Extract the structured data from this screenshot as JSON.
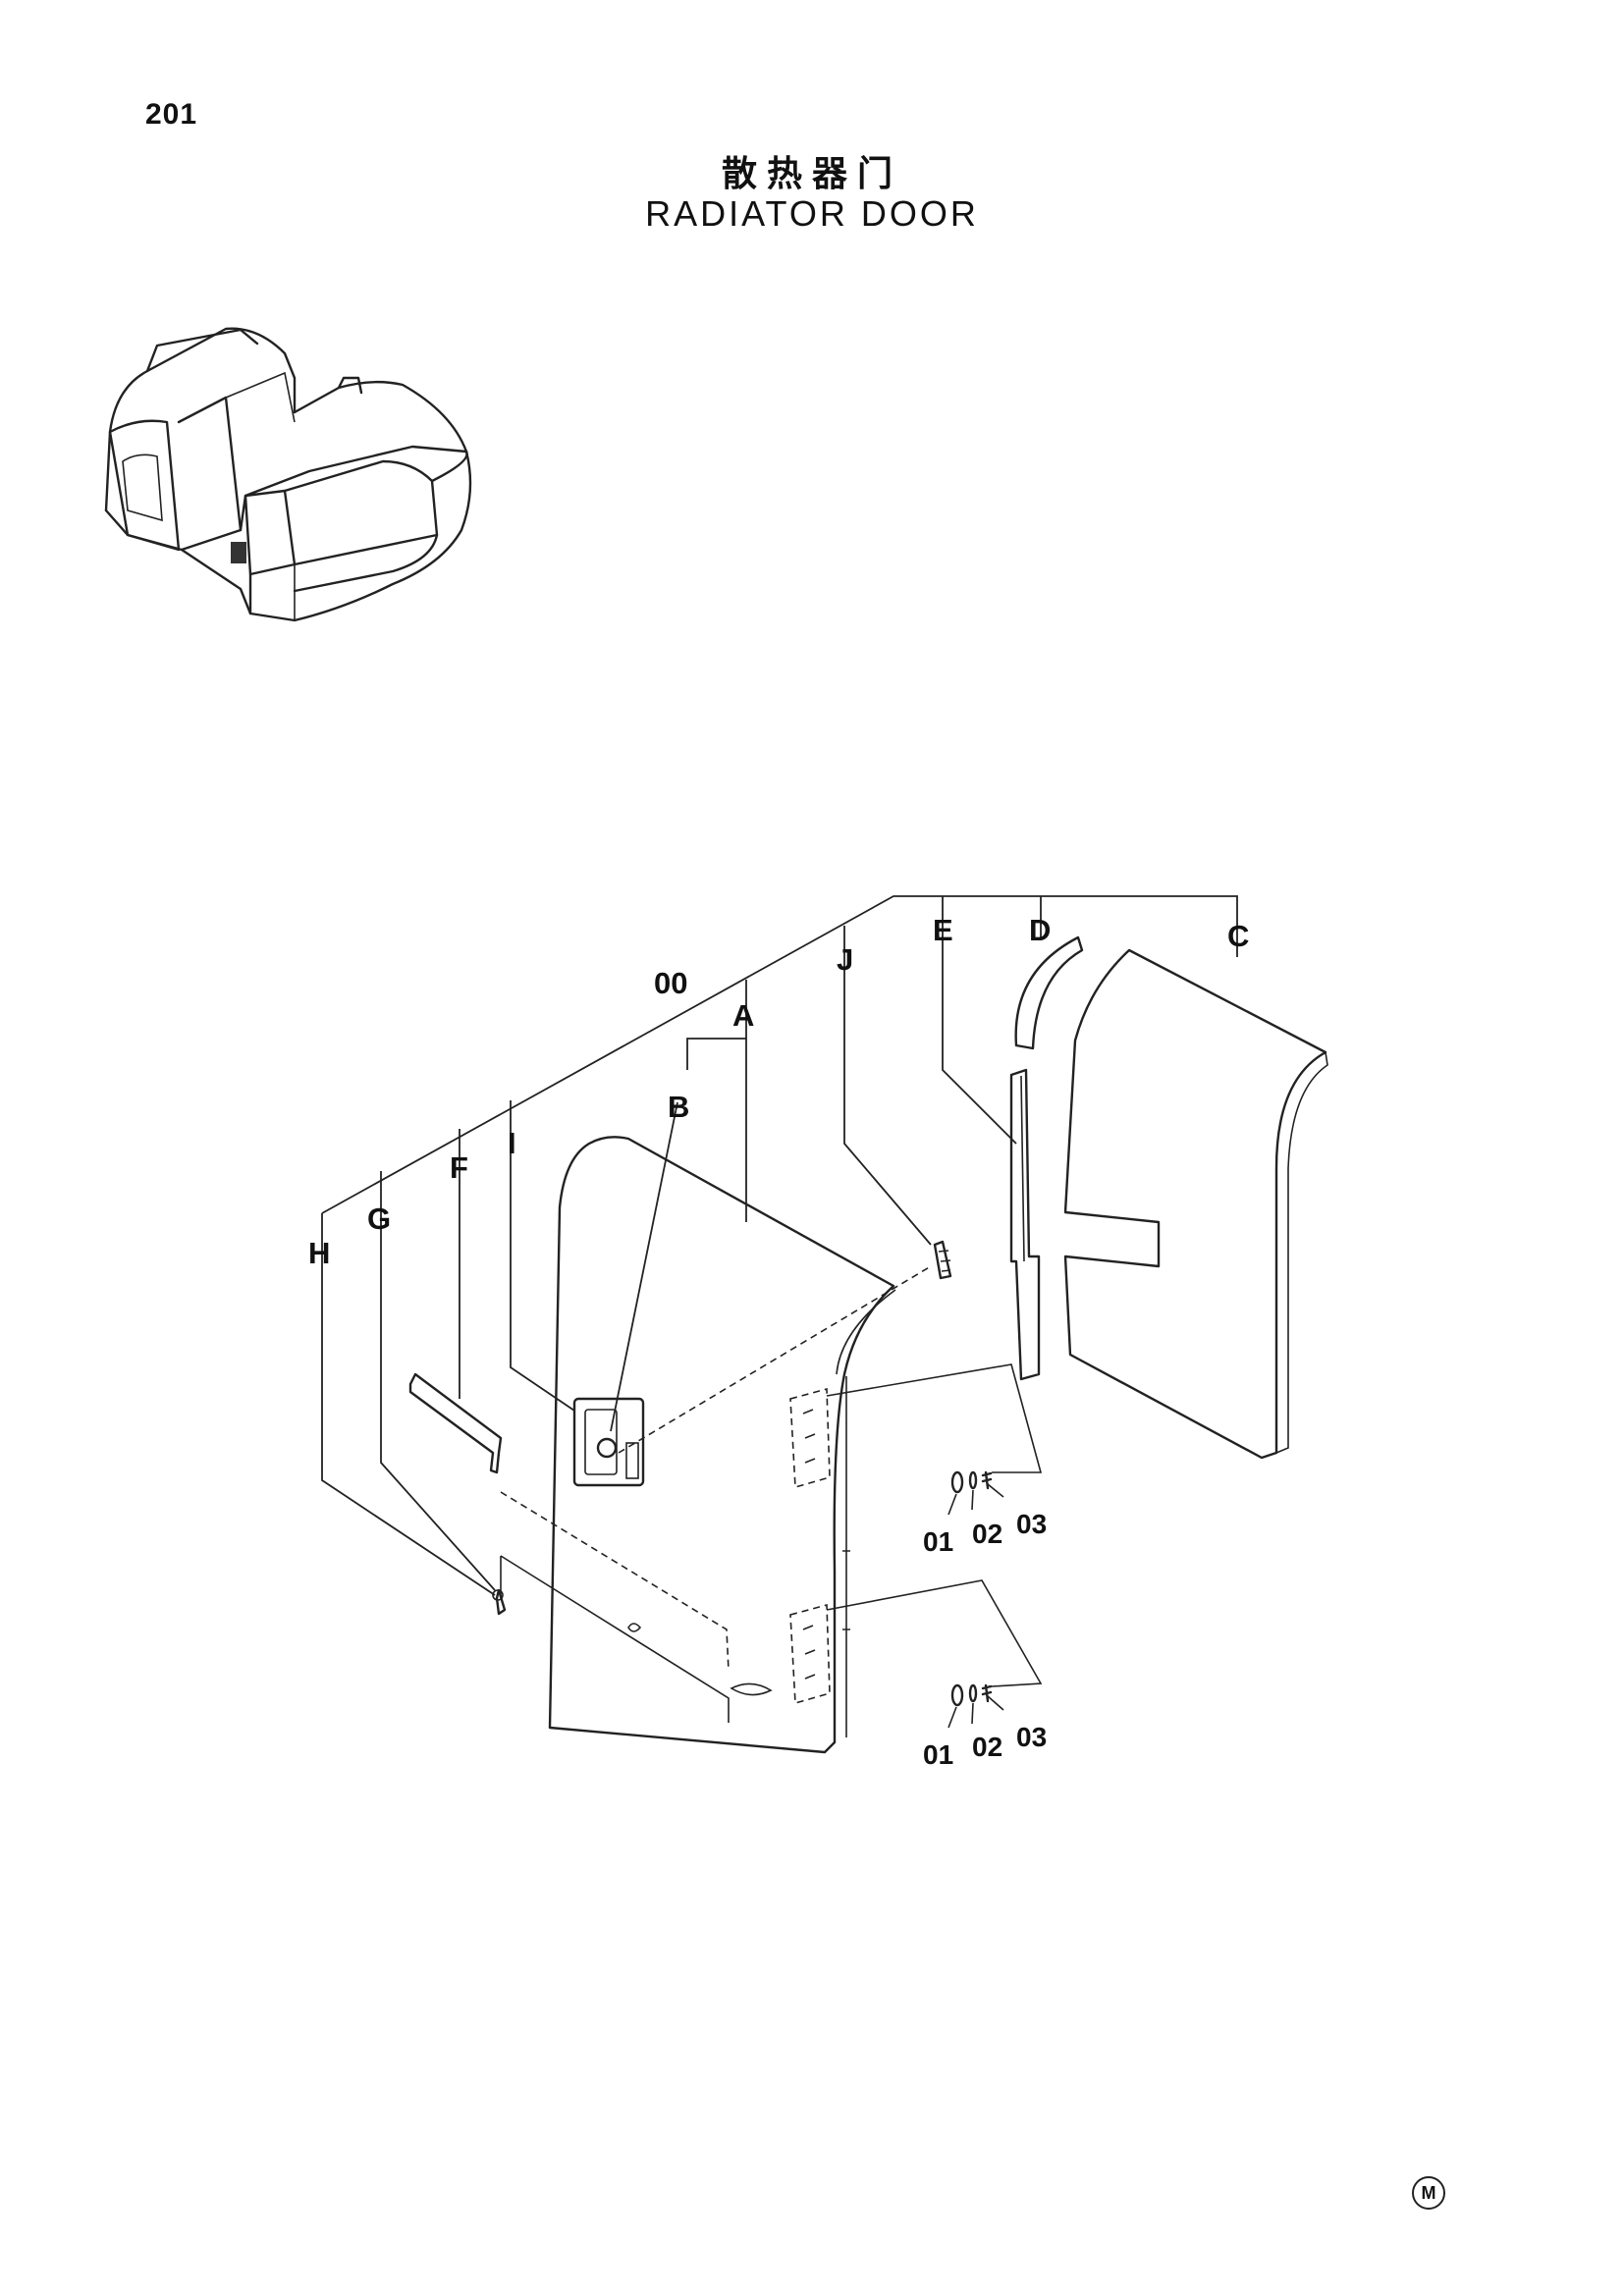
{
  "page": {
    "number": "201",
    "title_cn": "散热器门",
    "title_en": "RADIATOR DOOR"
  },
  "callouts": {
    "assembly": "00",
    "A": "A",
    "B": "B",
    "C": "C",
    "D": "D",
    "E": "E",
    "F": "F",
    "G": "G",
    "H": "H",
    "I": "I",
    "J": "J"
  },
  "hardware_upper": [
    "01",
    "02",
    "03"
  ],
  "hardware_lower": [
    "01",
    "02",
    "03"
  ],
  "corner_mark": "M"
}
